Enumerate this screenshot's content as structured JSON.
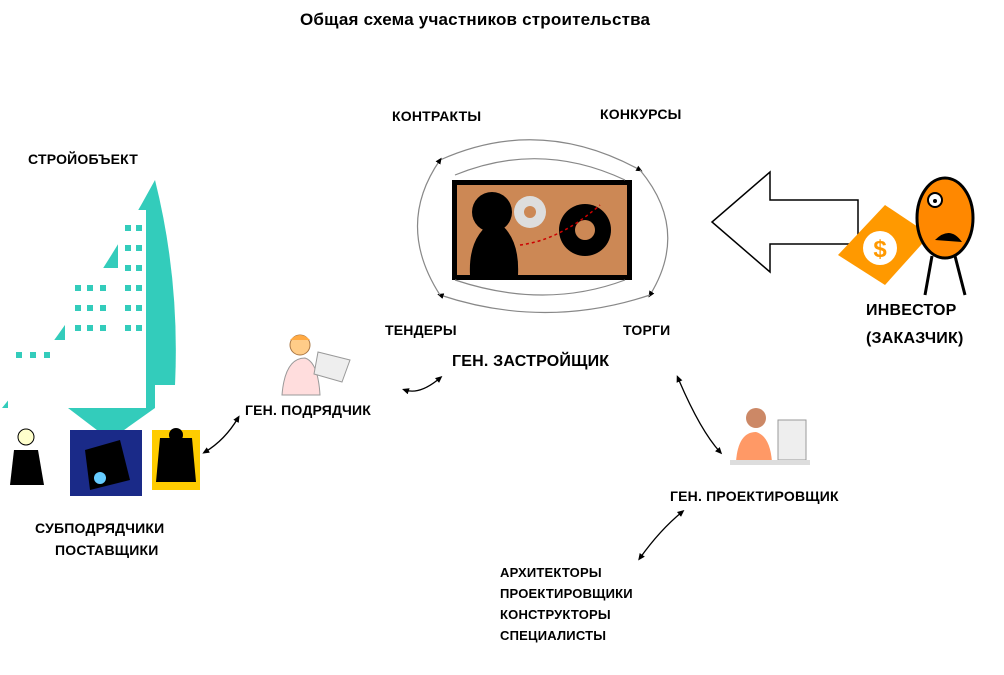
{
  "title": "Общая  схема участников строительства",
  "site_label": "СТРОЙОБЪЕКТ",
  "cycle": {
    "contracts": "КОНТРАКТЫ",
    "competitions": "КОНКУРСЫ",
    "tenders": "ТЕНДЕРЫ",
    "auctions": "ТОРГИ"
  },
  "developer": "ГЕН. ЗАСТРОЙЩИК",
  "contractor": "ГЕН. ПОДРЯДЧИК",
  "designer": "ГЕН. ПРОЕКТИРОВЩИК",
  "investor": {
    "line1": "ИНВЕСТОР",
    "line2": "(ЗАКАЗЧИК)"
  },
  "subcontractors": {
    "line1": "СУБПОДРЯДЧИКИ",
    "line2": "ПОСТАВЩИКИ"
  },
  "specialists": [
    "АРХИТЕКТОРЫ",
    "ПРОЕКТИРОВЩИКИ",
    "КОНСТРУКТОРЫ",
    "СПЕЦИАЛИСТЫ"
  ],
  "colors": {
    "building": "#33ccbb",
    "panel_bg": "#cc8855",
    "money": "#ff9900",
    "investor_face": "#ff8800"
  }
}
